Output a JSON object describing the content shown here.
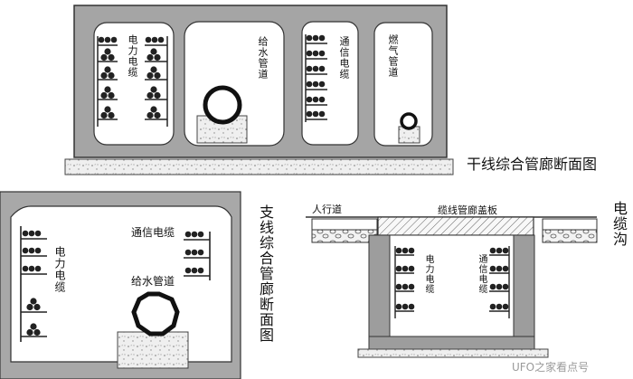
{
  "trunk": {
    "caption": "干线综合管廊断面图",
    "labels": {
      "power": "电力电缆",
      "water": "给水管道",
      "telecom": "通信电缆",
      "gas": "燃气管道"
    }
  },
  "branch": {
    "caption": "支线综合管廊断面图",
    "labels": {
      "power": "电力电缆",
      "telecom": "通信电缆",
      "water": "给水管道"
    }
  },
  "trench": {
    "caption": "电缆沟",
    "labels": {
      "sidewalk": "人行道",
      "cover": "缆线管廊盖板",
      "power": "电力电缆",
      "telecom": "通信电缆"
    }
  },
  "watermark": "UFO之家看点号"
}
